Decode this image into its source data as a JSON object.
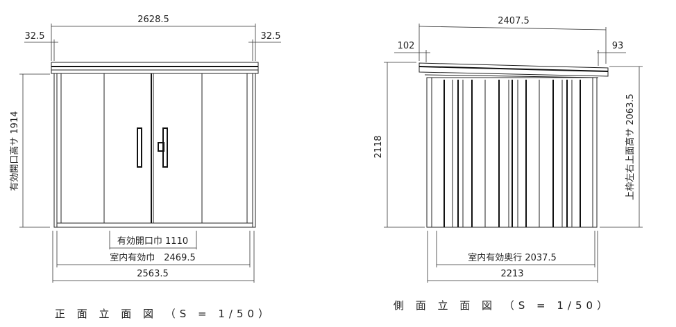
{
  "front": {
    "title": "正 面 立 面 図 （S = 1/50）",
    "dims": {
      "overall_roof": "2628.5",
      "overhang_left": "32.5",
      "overhang_right": "32.5",
      "opening_height": "有効開口高サ 1914",
      "opening_width": "有効開口巾 1110",
      "interior_width": "室内有効巾　2469.5",
      "overall_width": "2563.5"
    }
  },
  "side": {
    "title": "側 面 立 面 図 （S = 1/50）",
    "dims": {
      "overall_roof": "2407.5",
      "overhang_left": "102",
      "overhang_right": "93",
      "height": "2118",
      "frame_height": "上枠左右上面高サ 2063.5",
      "interior_depth": "室内有効奥行 2037.5",
      "overall_depth": "2213"
    }
  }
}
